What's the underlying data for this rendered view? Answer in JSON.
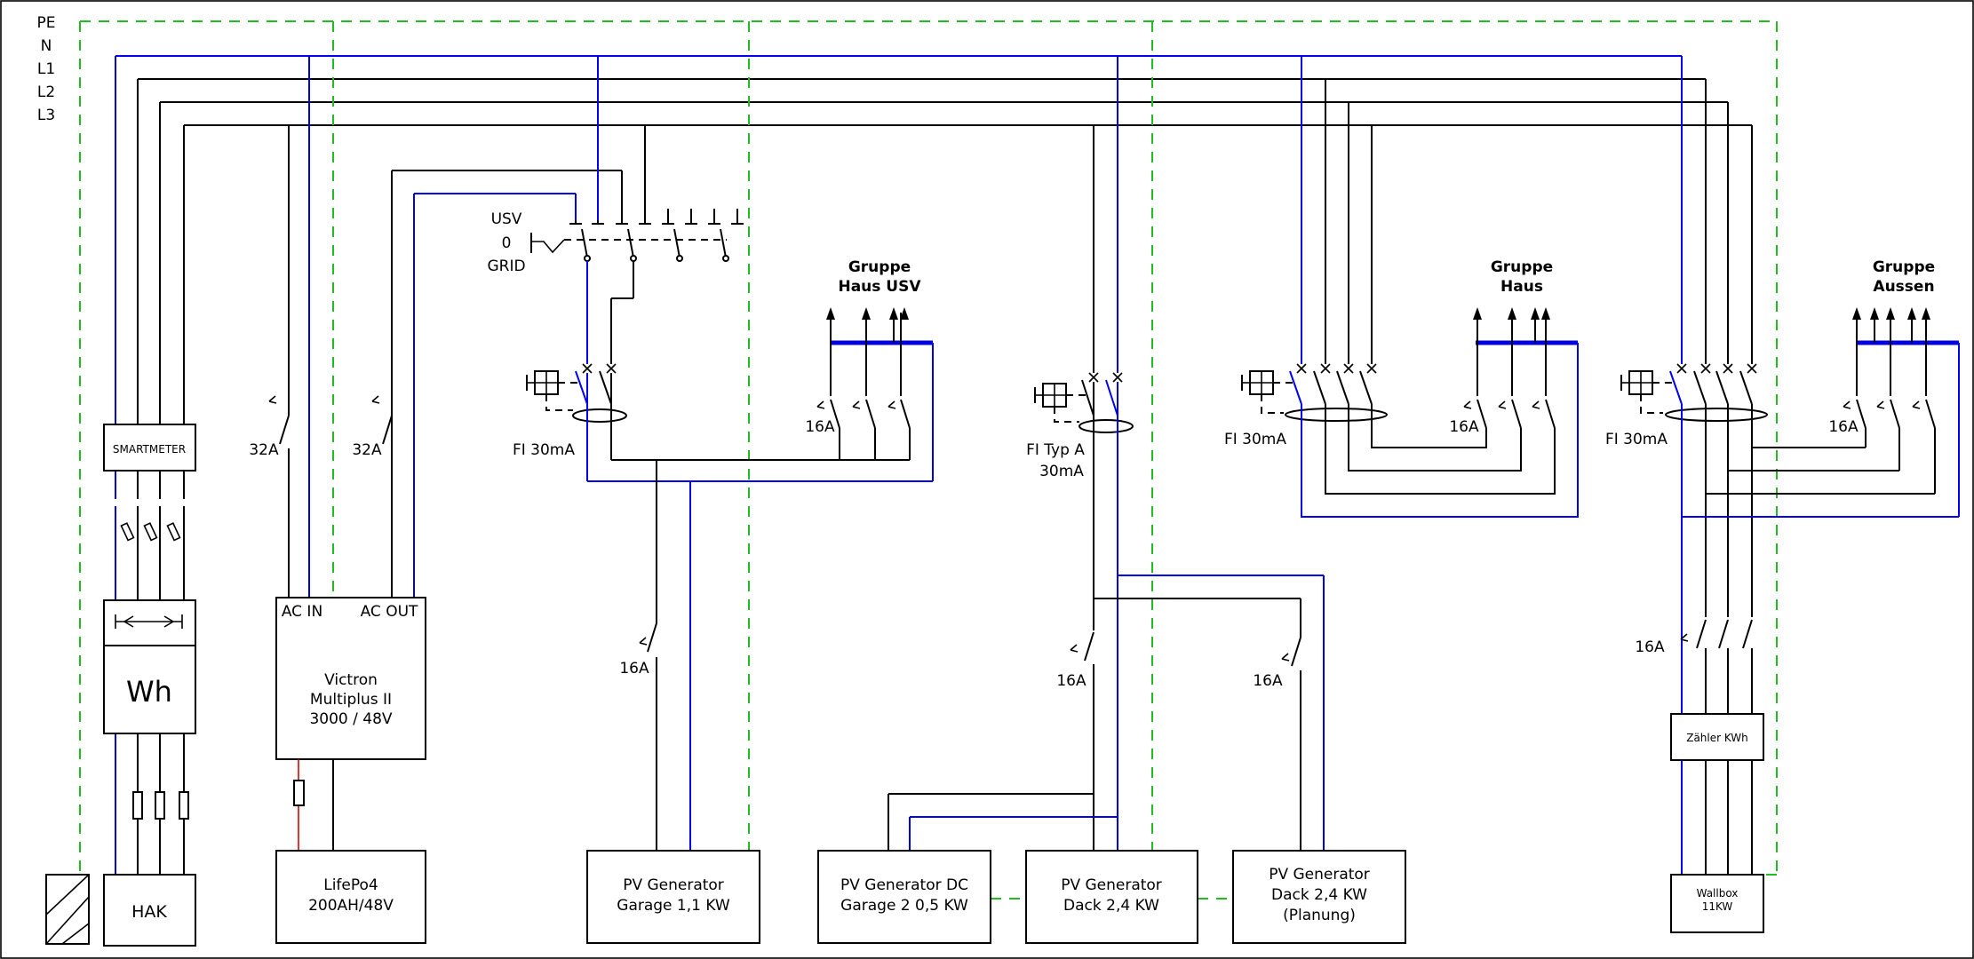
{
  "bus_labels": [
    "PE",
    "N",
    "L1",
    "L2",
    "L3"
  ],
  "switch_positions": [
    "USV",
    "0",
    "GRID"
  ],
  "groups": {
    "haus_usv": [
      "Gruppe",
      "Haus USV"
    ],
    "haus": [
      "Gruppe",
      "Haus"
    ],
    "aussen": [
      "Gruppe",
      "Aussen"
    ]
  },
  "devices": {
    "smartmeter": "SMARTMETER",
    "meter": "Wh",
    "hak": "HAK",
    "victron_ac_in": "AC IN",
    "victron_ac_out": "AC OUT",
    "victron": [
      "Victron",
      "Multiplus II",
      "3000 / 48V"
    ],
    "battery": [
      "LifePo4",
      "200AH/48V"
    ],
    "pv_garage1": [
      "PV Generator",
      "Garage 1,1 KW"
    ],
    "pv_garage2": [
      "PV Generator DC",
      "Garage 2 0,5 KW"
    ],
    "pv_dach": [
      "PV Generator",
      "Dack 2,4 KW"
    ],
    "pv_dach_plan": [
      "PV Generator",
      "Dack 2,4 KW",
      "(Planung)"
    ],
    "zaehler": "Zähler KWh",
    "wallbox": [
      "Wallbox",
      "11KW"
    ]
  },
  "ratings": {
    "ac_in_breaker": "32A",
    "ac_out_breaker": "32A",
    "usv_group_breaker": "16A",
    "haus_group_breaker": "16A",
    "aussen_group_breaker": "16A",
    "pv_garage1_breaker": "16A",
    "pv_dach_breaker": "16A",
    "pv_dach_plan_breaker": "16A",
    "wallbox_breaker": "16A"
  },
  "rcds": {
    "usv": "FI 30mA",
    "pv": [
      "FI Typ A",
      "30mA"
    ],
    "haus": "FI 30mA",
    "aussen": "FI 30mA"
  },
  "colors": {
    "neutral": "#0000ee",
    "protective_earth": "#22bb22",
    "phase": "#000000",
    "dc": "#dd0000"
  }
}
